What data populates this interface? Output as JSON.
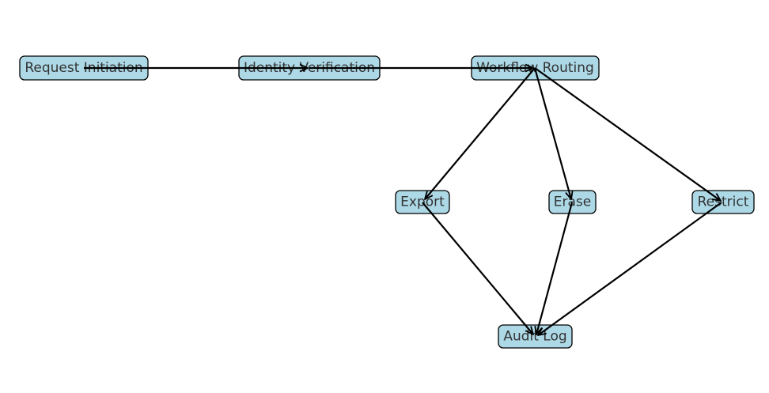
{
  "diagram": {
    "type": "flowchart",
    "colors": {
      "node_fill": "#add8e6",
      "node_border": "#000000",
      "edge": "#000000",
      "label": "#333333"
    },
    "nodes": [
      {
        "id": "request_initiation",
        "label": "Request Initiation"
      },
      {
        "id": "identity_verification",
        "label": "Identity Verification"
      },
      {
        "id": "workflow_routing",
        "label": "Workflow Routing"
      },
      {
        "id": "export",
        "label": "Export"
      },
      {
        "id": "erase",
        "label": "Erase"
      },
      {
        "id": "restrict",
        "label": "Restrict"
      },
      {
        "id": "audit_log",
        "label": "Audit Log"
      }
    ],
    "edges": [
      {
        "from": "request_initiation",
        "to": "identity_verification"
      },
      {
        "from": "identity_verification",
        "to": "workflow_routing"
      },
      {
        "from": "workflow_routing",
        "to": "export"
      },
      {
        "from": "workflow_routing",
        "to": "erase"
      },
      {
        "from": "workflow_routing",
        "to": "restrict"
      },
      {
        "from": "export",
        "to": "audit_log"
      },
      {
        "from": "erase",
        "to": "audit_log"
      },
      {
        "from": "restrict",
        "to": "audit_log"
      }
    ]
  }
}
